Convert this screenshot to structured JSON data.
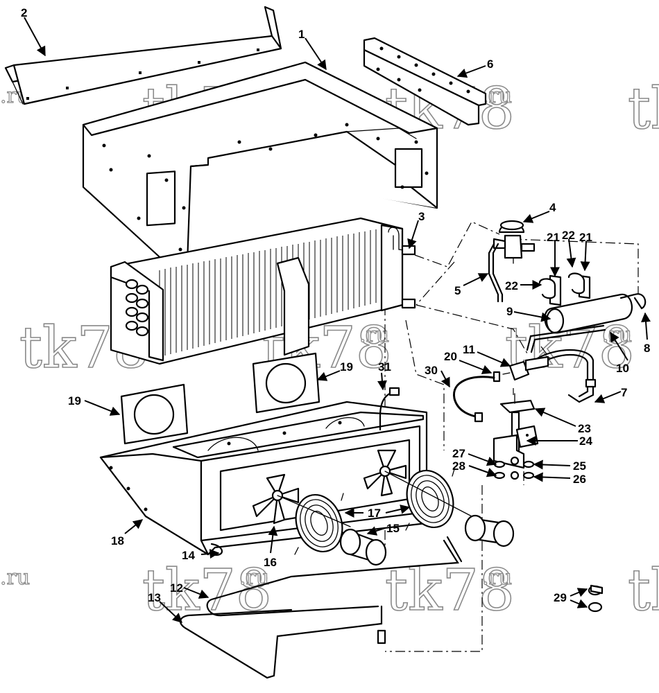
{
  "watermark": {
    "main": "tk78",
    "suffix": ".ru"
  },
  "callouts": {
    "n1": "1",
    "n2": "2",
    "n3": "3",
    "n4": "4",
    "n5": "5",
    "n6": "6",
    "n7": "7",
    "n8": "8",
    "n9": "9",
    "n10": "10",
    "n11": "11",
    "n12": "12",
    "n13": "13",
    "n14": "14",
    "n15": "15",
    "n16": "16",
    "n17": "17",
    "n18": "18",
    "n19": "19",
    "n20": "20",
    "n21": "21",
    "n22": "22",
    "n23": "23",
    "n24": "24",
    "n25": "25",
    "n26": "26",
    "n27": "27",
    "n28": "28",
    "n29": "29",
    "n30": "30",
    "n31": "31"
  },
  "colors": {
    "line": "#000000",
    "background": "#ffffff",
    "watermark_outline": "#8a8a8a"
  }
}
